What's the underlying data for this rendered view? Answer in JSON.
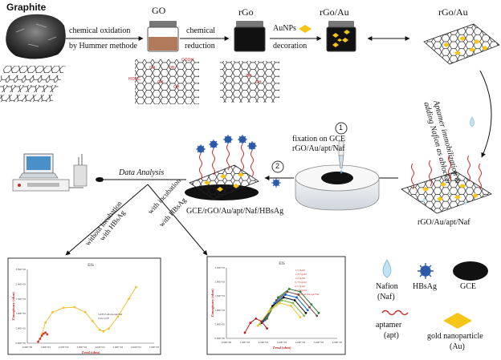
{
  "labels": {
    "graphite": "Graphite",
    "go": "GO",
    "rgo": "rGo",
    "rgo_au_1": "rGo/Au",
    "rgo_au_2": "rGo/Au",
    "chem_ox_1": "chemical oxidation",
    "chem_ox_2": "by Hummer methode",
    "chem_red_1": "chemical",
    "chem_red_2": "reduction",
    "aunps": "AuNPs",
    "decoration": "decoration",
    "aptamer_step_1": "Aptamer immobilization &",
    "aptamer_step_2": "adding Nafion as ablocker",
    "rgo_au_apt_naf": "rGO/Au/apt/Naf",
    "fixation_1": "fixation on GCE",
    "fixation_2": "rGO/Au/apt/Naf",
    "step1": "1",
    "step2": "2",
    "final_electrode": "GCE/rGO/Au/apt/Naf/HBsAg",
    "data_analysis": "Data Analysis",
    "without_1": "without incubation",
    "without_2": "with HBsAg",
    "with_1": "with incubation",
    "with_2": "with HBsAg",
    "go_groups": [
      "COOH",
      "HOOC",
      "OH",
      "OH",
      "OH",
      "OH"
    ],
    "rgo_groups": [
      "OH",
      "OH"
    ]
  },
  "legend": {
    "nafion": "Nafion\n(Naf)",
    "nafion_1": "Nafion",
    "nafion_2": "(Naf)",
    "hbsag": "HBsAg",
    "gce": "GCE",
    "aptamer_1": "aptamer",
    "aptamer_2": "(apt)",
    "gold_1": "gold nanoparticle",
    "gold_2": "(Au)"
  },
  "chart_data": [
    {
      "type": "scatter",
      "title": "EIS",
      "xlabel": "Zreal (ohm)",
      "ylabel": "Zimaginary (ohm)",
      "legend": [
        "GCE/rGO/Au/apt/Naf",
        "bare GCE"
      ],
      "x_ticks": [
        "0.00E+00",
        "1.00E+03",
        "2.00E+03",
        "3.00E+03",
        "4.00E+03",
        "5.00E+03",
        "6.00E+03",
        "7.00E+03"
      ],
      "y_ticks": [
        "0.00E+00",
        "5.00E+02",
        "1.00E+03",
        "1.50E+03",
        "2.00E+03",
        "2.50E+03"
      ],
      "series": [
        {
          "name": "GCE/rGO/Au/apt/Naf",
          "color": "#f2c12e",
          "x": [
            800,
            1000,
            1400,
            2000,
            2600,
            3200,
            3600,
            4000,
            4200,
            4500,
            5000,
            5600,
            6000
          ],
          "y": [
            300,
            700,
            1050,
            1200,
            1220,
            1050,
            750,
            450,
            400,
            500,
            900,
            1500,
            1900
          ]
        },
        {
          "name": "bare GCE",
          "color": "#d43a2a",
          "x": [
            600,
            700,
            800,
            900,
            1000,
            1100
          ],
          "y": [
            50,
            150,
            250,
            320,
            360,
            300
          ]
        }
      ]
    },
    {
      "type": "scatter",
      "title": "EIS",
      "xlabel": "Zreal (ohm)",
      "ylabel": "Zimaginary (ohm)",
      "legend": [
        "1.5 fg/ml",
        "1.25 fg/ml",
        "1.0 fg/ml",
        "0.75 fg/ml",
        "0.5 fg/ml",
        "0.25 fg/ml",
        "GCE/rGO/Au/apt/Naf"
      ],
      "x_ticks": [
        "0.00E+00",
        "1.00E+03",
        "2.00E+03",
        "3.00E+03",
        "4.00E+03",
        "5.00E+03",
        "6.00E+03"
      ],
      "y_ticks": [
        "0.00E+00",
        "5.00E+02",
        "1.00E+03",
        "1.50E+03",
        "2.00E+03",
        "2.50E+03"
      ],
      "series": [
        {
          "name": "1.5 fg/ml",
          "color": "#2e7d32",
          "x": [
            2200,
            2800,
            3400,
            4000,
            4600,
            5000
          ],
          "y": [
            700,
            1450,
            1750,
            1650,
            1200,
            900
          ]
        },
        {
          "name": "1.25 fg/ml",
          "color": "#6d4c41",
          "x": [
            2100,
            2700,
            3300,
            3900,
            4500,
            4900
          ],
          "y": [
            650,
            1350,
            1650,
            1550,
            1100,
            800
          ]
        },
        {
          "name": "1.0 fg/ml",
          "color": "#1565c0",
          "x": [
            2000,
            2600,
            3200,
            3800,
            4400
          ],
          "y": [
            600,
            1250,
            1550,
            1450,
            1000
          ]
        },
        {
          "name": "0.75 fg/ml",
          "color": "#111111",
          "x": [
            1900,
            2500,
            3100,
            3700,
            4300
          ],
          "y": [
            550,
            1150,
            1450,
            1350,
            900
          ]
        },
        {
          "name": "0.5 fg/ml",
          "color": "#7cb342",
          "x": [
            1800,
            2400,
            3000,
            3600,
            4200
          ],
          "y": [
            500,
            1050,
            1350,
            1250,
            800
          ]
        },
        {
          "name": "0.25 fg/ml",
          "color": "#f2c12e",
          "x": [
            1700,
            2300,
            2900,
            3500,
            4000
          ],
          "y": [
            450,
            950,
            1250,
            1150,
            750
          ]
        },
        {
          "name": "GCE/rGO/Au/apt/Naf",
          "color": "#b71c1c",
          "x": [
            1000,
            1300,
            1600,
            1900,
            2200
          ],
          "y": [
            200,
            550,
            700,
            600,
            350
          ]
        }
      ]
    }
  ]
}
